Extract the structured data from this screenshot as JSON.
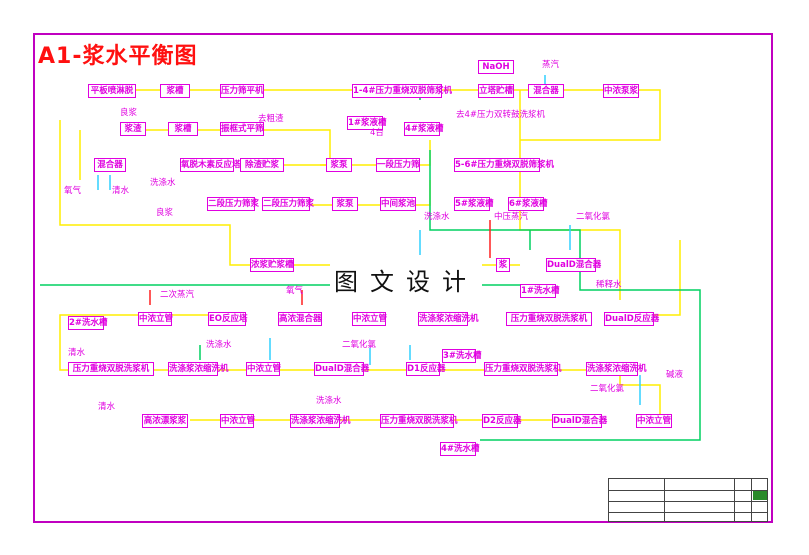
{
  "title": "A1-浆水平衡图",
  "watermark": "图文设计",
  "colors": {
    "stream": "#ffee00",
    "water": "#00d060",
    "air": "#30d0ff",
    "red": "#ff2020",
    "box": "#e000e0",
    "frame": "#c000c0"
  },
  "boxes": [
    {
      "id": "b1",
      "text": "平板喷淋脱"
    },
    {
      "id": "b2",
      "text": "浆槽"
    },
    {
      "id": "b3",
      "text": "压力筛平机"
    },
    {
      "id": "b4",
      "text": "1-4#压力重烧双脱筛浆机"
    },
    {
      "id": "b5",
      "text": "立塔贮槽"
    },
    {
      "id": "b6",
      "text": "混合器"
    },
    {
      "id": "b7",
      "text": "中浓泵浆"
    },
    {
      "id": "b8",
      "text": "浆渣"
    },
    {
      "id": "b9",
      "text": "浆槽"
    },
    {
      "id": "b10",
      "text": "渣浆泵"
    },
    {
      "id": "b11",
      "text": "振框式平筛"
    },
    {
      "id": "b12",
      "text": "1#浆液槽"
    },
    {
      "id": "b13",
      "text": "4#浆液槽"
    },
    {
      "id": "b14",
      "text": "混合器"
    },
    {
      "id": "b15",
      "text": "氧脱木素反应塔"
    },
    {
      "id": "b16",
      "text": "除渣贮浆"
    },
    {
      "id": "b17",
      "text": "浆泵"
    },
    {
      "id": "b18",
      "text": "一段压力筛"
    },
    {
      "id": "b19",
      "text": "5-6#压力重烧双脱筛浆机"
    },
    {
      "id": "b20",
      "text": "二段压力筛浆"
    },
    {
      "id": "b21",
      "text": "浆泵"
    },
    {
      "id": "b22",
      "text": "中间浆池"
    },
    {
      "id": "b23",
      "text": "5#浆液槽"
    },
    {
      "id": "b24",
      "text": "6#浆液槽"
    },
    {
      "id": "b25",
      "text": "浓浆贮浆槽"
    },
    {
      "id": "b26",
      "text": "浆"
    },
    {
      "id": "b27",
      "text": "DualD混合器"
    },
    {
      "id": "b28",
      "text": "1#洗水槽"
    },
    {
      "id": "b29",
      "text": "2#洗水槽"
    },
    {
      "id": "b30",
      "text": "中浓立管"
    },
    {
      "id": "b31",
      "text": "EO反应塔"
    },
    {
      "id": "b32",
      "text": "高浓混合器"
    },
    {
      "id": "b33",
      "text": "中浓立管"
    },
    {
      "id": "b34",
      "text": "洗涤浆浓缩洗机"
    },
    {
      "id": "b35",
      "text": "压力重烧双脱洗浆机"
    },
    {
      "id": "b36",
      "text": "DualD反应器"
    },
    {
      "id": "b37",
      "text": "压力重烧双脱洗浆机"
    },
    {
      "id": "b38",
      "text": "洗涤浆浓缩洗机"
    },
    {
      "id": "b39",
      "text": "中浓立管"
    },
    {
      "id": "b40",
      "text": "DualD混合器"
    },
    {
      "id": "b41",
      "text": "D1反应器"
    },
    {
      "id": "b42",
      "text": "3#洗水槽"
    },
    {
      "id": "b43",
      "text": "压力重烧双脱洗浆机"
    },
    {
      "id": "b44",
      "text": "洗涤浆浓缩洗机"
    },
    {
      "id": "b45",
      "text": "高浓漂浆浆"
    },
    {
      "id": "b46",
      "text": "中浓立管"
    },
    {
      "id": "b47",
      "text": "洗涤浆浓缩洗机"
    },
    {
      "id": "b48",
      "text": "压力重烧双脱洗浆机"
    },
    {
      "id": "b49",
      "text": "D2反应器"
    },
    {
      "id": "b50",
      "text": "DualD混合器"
    },
    {
      "id": "b51",
      "text": "中浓立管"
    },
    {
      "id": "b52",
      "text": "4#洗水槽"
    },
    {
      "id": "b53",
      "text": "NaOH"
    }
  ],
  "labels": [
    {
      "id": "l1",
      "text": "良浆"
    },
    {
      "id": "l2",
      "text": "去粗渣"
    },
    {
      "id": "l3",
      "text": "4台"
    },
    {
      "id": "l4",
      "text": "去4#压力双转鼓洗浆机"
    },
    {
      "id": "l5",
      "text": "蒸汽"
    },
    {
      "id": "l6",
      "text": "氧气"
    },
    {
      "id": "l7",
      "text": "清水"
    },
    {
      "id": "l8",
      "text": "洗涤水"
    },
    {
      "id": "l9",
      "text": "良浆"
    },
    {
      "id": "l10",
      "text": "中压蒸汽"
    },
    {
      "id": "l11",
      "text": "二氧化氯"
    },
    {
      "id": "l12",
      "text": "洗涤水"
    },
    {
      "id": "l13",
      "text": "二次蒸汽"
    },
    {
      "id": "l14",
      "text": "氧气"
    },
    {
      "id": "l15",
      "text": "稀释水"
    },
    {
      "id": "l16",
      "text": "二氧化氯"
    },
    {
      "id": "l17",
      "text": "清水"
    },
    {
      "id": "l18",
      "text": "洗涤水"
    },
    {
      "id": "l19",
      "text": "二氧化氯"
    },
    {
      "id": "l20",
      "text": "碱液"
    },
    {
      "id": "l21",
      "text": "清水"
    },
    {
      "id": "l22",
      "text": "洗涤水"
    }
  ],
  "titleblock": {
    "row1": "",
    "row2": ""
  }
}
